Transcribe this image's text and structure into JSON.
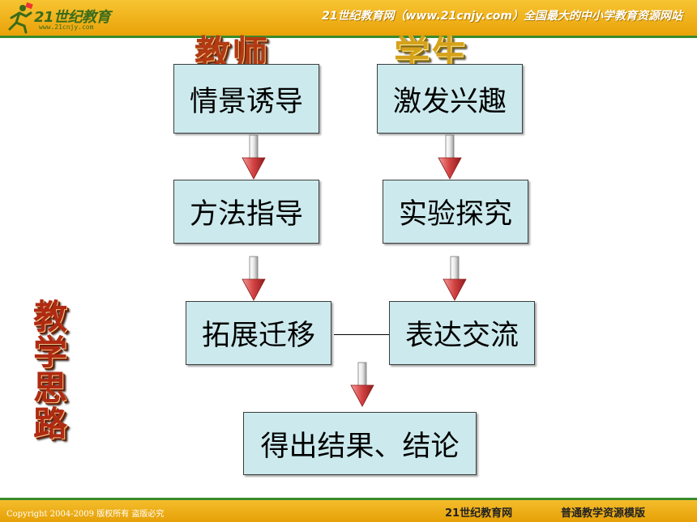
{
  "header": {
    "logo_text": "21世纪教育",
    "logo_url": "www.21cnjy.com",
    "slogan": "21世纪教育网（www.21cnjy.com）全国最大的中小学教育资源网站"
  },
  "diagram": {
    "teacher_heading": "教师",
    "student_heading": "学生",
    "side_title": [
      "教",
      "学",
      "思",
      "路"
    ],
    "teacher_steps": [
      "情景诱导",
      "方法指导",
      "拓展迁移"
    ],
    "student_steps": [
      "激发兴趣",
      "实验探究",
      "表达交流"
    ],
    "result": "得出结果、结论"
  },
  "footer": {
    "copyright": "Copyright 2004-2009 版权所有 盗版必究",
    "brand": "21世纪教育网",
    "template": "普通教学资源模版"
  },
  "colors": {
    "header_bar": "#eeae16",
    "accent_green": "#3a8b2b",
    "box_fill": "#cceaed",
    "arrow_fill": "#d24141",
    "heading_red": "#b23a12",
    "heading_gold": "#d6a21a"
  }
}
